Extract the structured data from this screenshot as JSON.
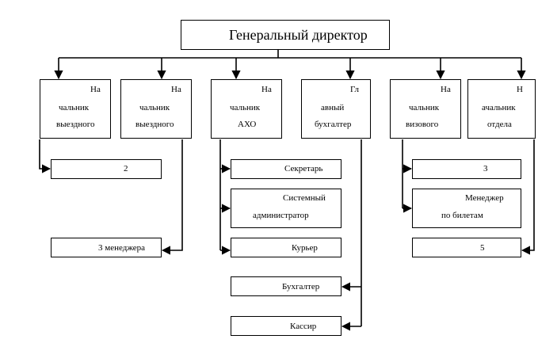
{
  "director": {
    "title": "Генеральный директор"
  },
  "departments": [
    {
      "id": "d1",
      "lines": [
        "На",
        "чальник",
        "выездного"
      ]
    },
    {
      "id": "d2",
      "lines": [
        "На",
        "чальник",
        "выездного"
      ]
    },
    {
      "id": "d3",
      "lines": [
        "На",
        "чальник",
        "АХО"
      ]
    },
    {
      "id": "d4",
      "lines": [
        "Гл",
        "авный",
        "бухгалтер"
      ]
    },
    {
      "id": "d5",
      "lines": [
        "На",
        "чальник",
        "визового"
      ]
    },
    {
      "id": "d6",
      "lines": [
        "Н",
        "ачальник",
        "отдела"
      ]
    }
  ],
  "staff": {
    "s_2": "2",
    "s_3mgr": "3 менеджера",
    "s_secretary": "Секретарь",
    "s_sysadmin_1": "Системный",
    "s_sysadmin_2": "администратор",
    "s_courier": "Курьер",
    "s_accountant": "Бухгалтер",
    "s_cashier": "Кассир",
    "s_3": "3",
    "s_tickets_1": "Менеджер",
    "s_tickets_2": "по билетам",
    "s_5": "5"
  }
}
